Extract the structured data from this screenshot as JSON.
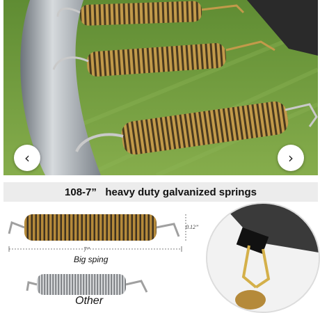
{
  "hero": {
    "prev_glyph": "‹",
    "next_glyph": "›",
    "prev_icon": "chevron-left-icon",
    "next_icon": "chevron-right-icon"
  },
  "caption": {
    "text": "108-7”   heavy duty galvanized springs"
  },
  "specs": {
    "length_label": "7”",
    "diameter_label": "0.12”",
    "big_label": "Big sping",
    "other_label": "Other"
  },
  "colors": {
    "grass": "#6f9a3c",
    "frame": "#a7adb3",
    "spring_gold": "#b58a3a",
    "spring_silver": "#b9bcbf",
    "caption_bg": "#ececec"
  }
}
